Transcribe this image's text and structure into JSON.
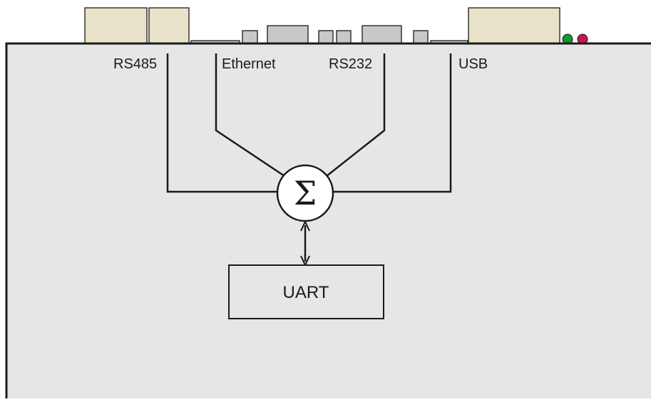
{
  "diagram": {
    "labels": {
      "rs485": "RS485",
      "ethernet": "Ethernet",
      "rs232": "RS232",
      "usb": "USB"
    },
    "summation_symbol": "Σ",
    "uart_label": "UART"
  },
  "colors": {
    "panel_fill": "#e6e6e6",
    "connector_beige": "#e8e3c8",
    "connector_gray": "#c8c8c8",
    "line": "#1a1a1a",
    "led_green": "#0f9a2e",
    "led_magenta": "#c8155a"
  }
}
